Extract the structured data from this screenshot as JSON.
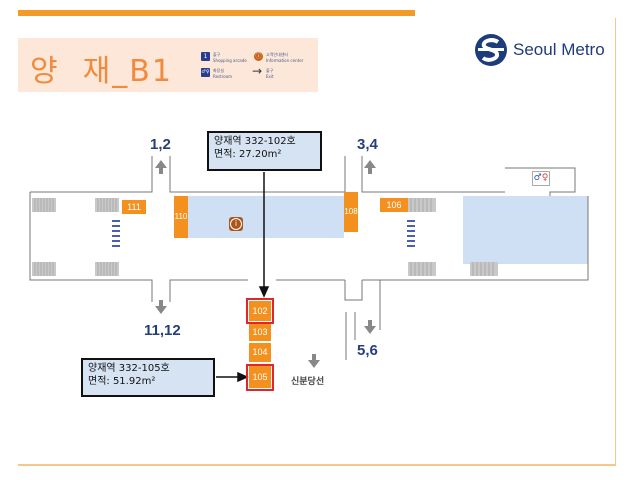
{
  "title": {
    "station": "양  재",
    "level": "_B1"
  },
  "legend": [
    {
      "icon": "1",
      "icon_name": "exit-number-icon",
      "ko": "출구",
      "en": "Shopping arcade"
    },
    {
      "icon": "ⓘ",
      "icon_name": "info-icon",
      "ko": "고객안내센터",
      "en": "Information center"
    },
    {
      "icon": "♂♀",
      "icon_name": "restroom-icon",
      "ko": "화장실",
      "en": "Restroom"
    },
    {
      "icon": "→",
      "icon_name": "exit-arrow-icon",
      "ko": "출구",
      "en": "Exit"
    }
  ],
  "logo": {
    "text": "Seoul Metro"
  },
  "exits": {
    "e12": "1,2",
    "e34": "3,4",
    "e1112": "11,12",
    "e56": "5,6"
  },
  "line_label": "신분당선",
  "shops": {
    "s111": "111",
    "s110": "110",
    "s108": "108",
    "s106": "106",
    "s102": "102",
    "s103": "103",
    "s104": "104",
    "s105": "105"
  },
  "callouts": [
    {
      "line1": "양재역 332-102호",
      "line2": "면적: 27.20m²"
    },
    {
      "line1": "양재역 332-105호",
      "line2": "면적: 51.92m²"
    }
  ],
  "colors": {
    "accent": "#f39a2a",
    "shop": "#f4901e",
    "highlight": "#e0262c",
    "corridor": "#cfdff4",
    "brand": "#1d3c7a"
  }
}
